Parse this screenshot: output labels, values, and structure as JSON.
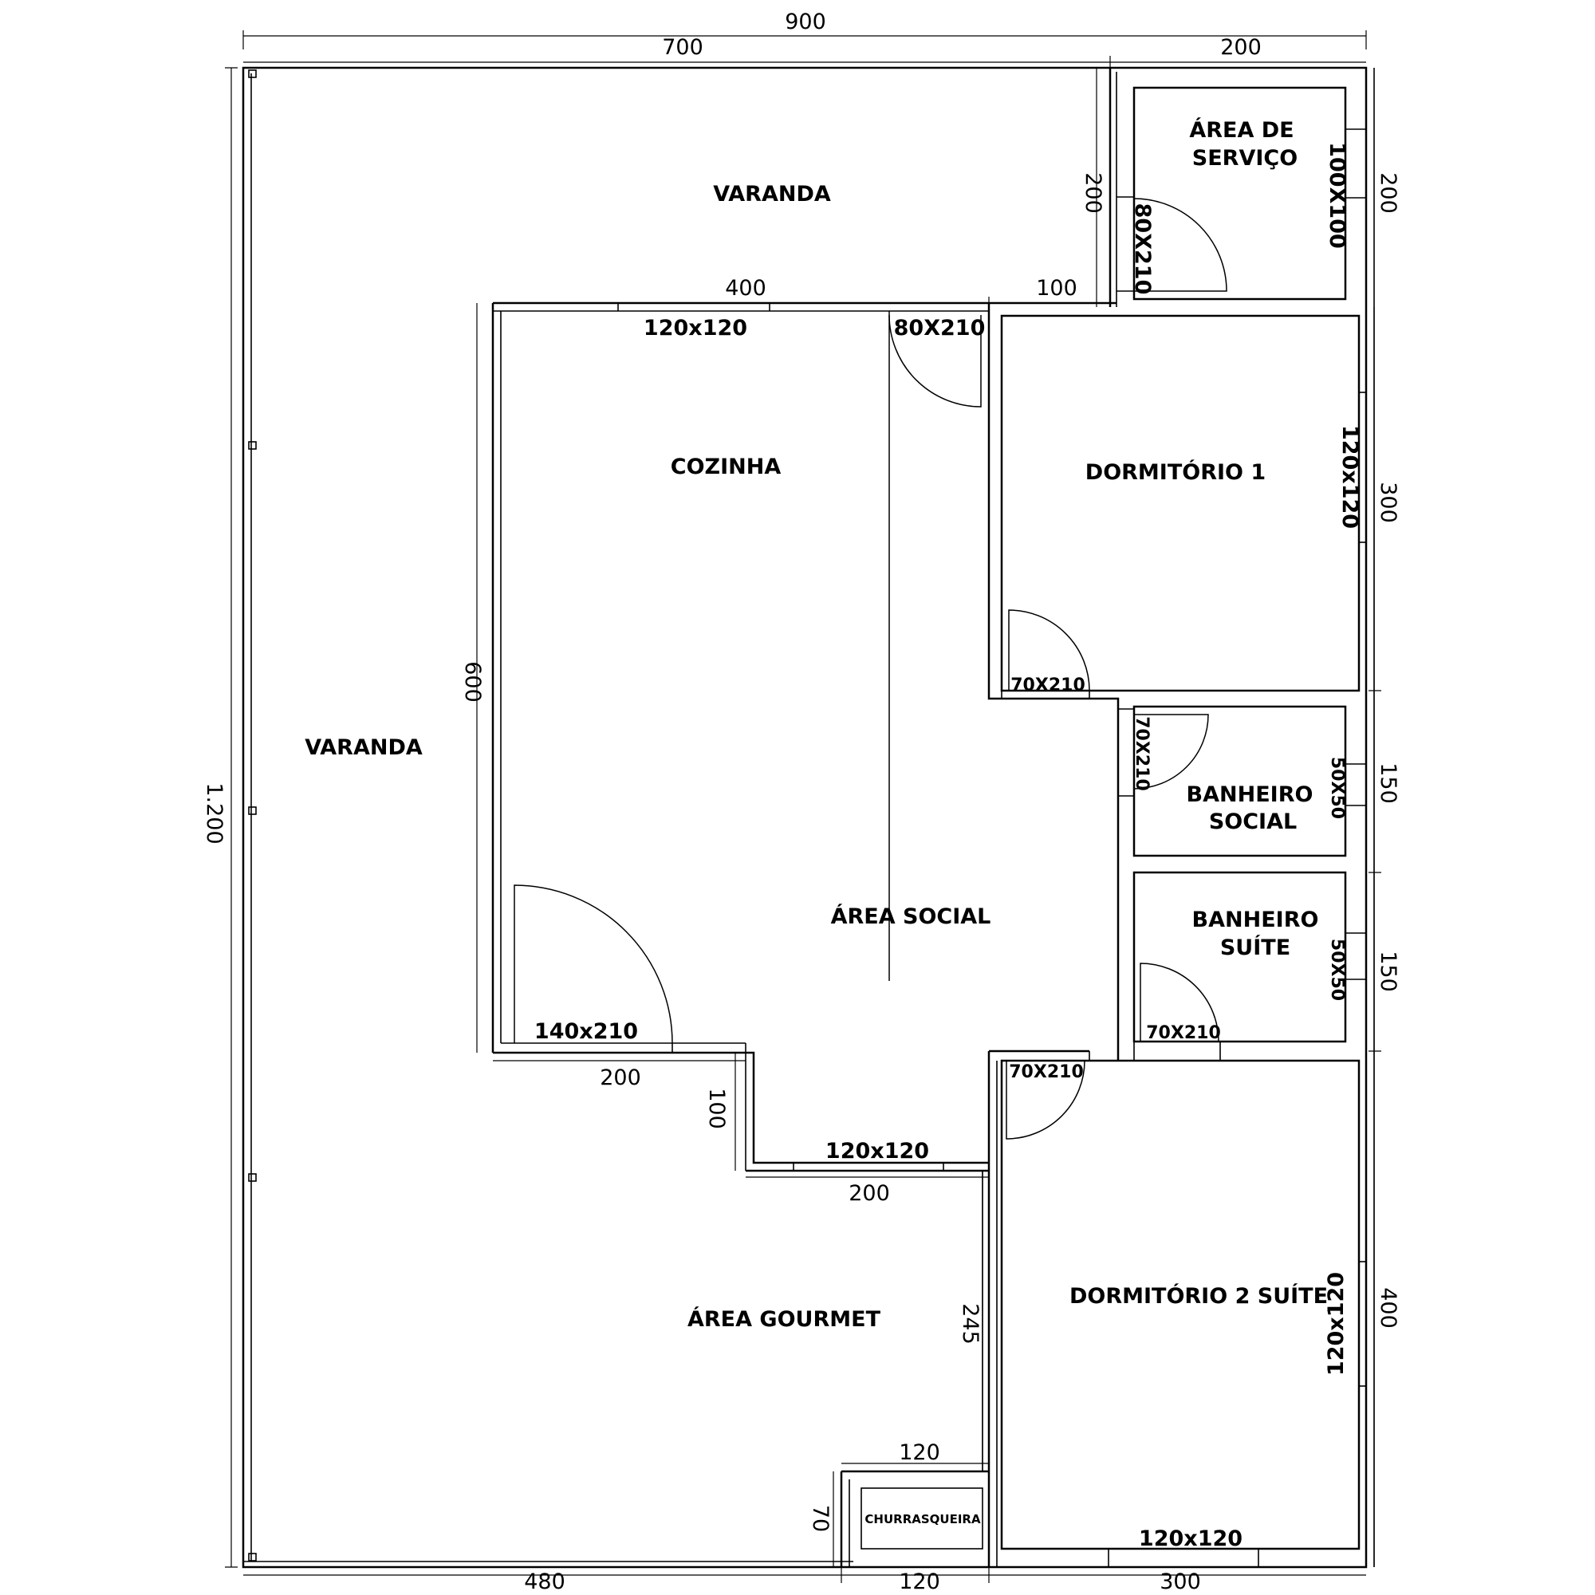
{
  "rooms": {
    "varanda_top": "VARANDA",
    "varanda_left": "VARANDA",
    "area_servico_l1": "ÁREA DE",
    "area_servico_l2": "SERVIÇO",
    "cozinha": "COZINHA",
    "dormitorio1": "DORMITÓRIO 1",
    "banheiro_social_l1": "BANHEIRO",
    "banheiro_social_l2": "SOCIAL",
    "banheiro_suite_l1": "BANHEIRO",
    "banheiro_suite_l2": "SUÍTE",
    "area_social": "ÁREA SOCIAL",
    "area_gourmet": "ÁREA GOURMET",
    "dormitorio2": "DORMITÓRIO 2 SUÍTE",
    "churrasqueira": "CHURRASQUEIRA"
  },
  "openings": {
    "servico_window": "100X100",
    "servico_door": "80X210",
    "cozinha_window": "120x120",
    "cozinha_door": "80X210",
    "dorm1_window": "120x120",
    "dorm1_door": "70X210",
    "bsocial_door": "70X210",
    "bsocial_window": "50X50",
    "bsuite_window": "50X50",
    "bsuite_door": "70X210",
    "main_door": "140x210",
    "social_window": "120x120",
    "dorm2_door": "70X210",
    "dorm2_window_right": "120x120",
    "dorm2_window_bottom": "120x120"
  },
  "dimensions": {
    "total_width": "900",
    "top_left": "700",
    "top_right": "200",
    "total_height": "1.200",
    "servico_height_left": "200",
    "right_200": "200",
    "right_300": "300",
    "right_150_a": "150",
    "right_150_b": "150",
    "right_400": "400",
    "cozinha_top": "400",
    "cozinha_top_right": "100",
    "cozinha_left": "600",
    "step_200": "200",
    "step_100": "100",
    "step_200_b": "200",
    "gourmet_245": "245",
    "churr_120_top": "120",
    "churr_70": "70",
    "bottom_480": "480",
    "bottom_120": "120",
    "bottom_300": "300"
  }
}
